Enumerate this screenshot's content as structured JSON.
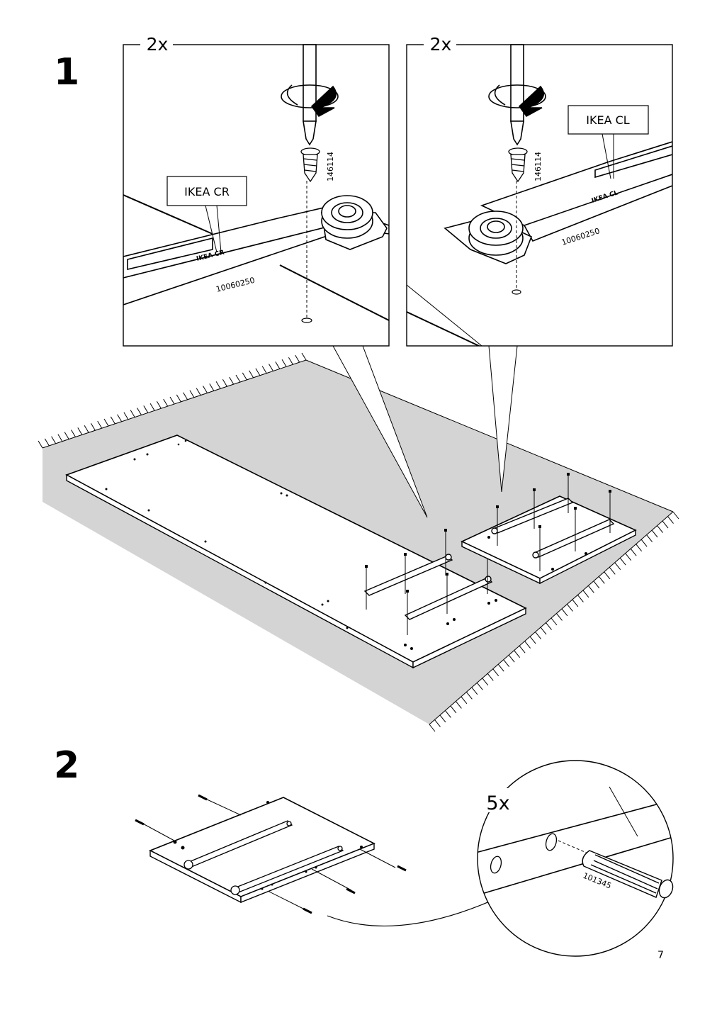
{
  "page": {
    "number": "7"
  },
  "step1": {
    "label": "1",
    "detail_left": {
      "quantity": "2x",
      "part_label": "IKEA CR",
      "screw_code": "146114",
      "rail_code": "10060250",
      "rail_imprint": "IKEA CR"
    },
    "detail_right": {
      "quantity": "2x",
      "part_label": "IKEA CL",
      "screw_code": "146114",
      "rail_code": "10060250",
      "rail_imprint": "IKEA CL"
    }
  },
  "step2": {
    "label": "2",
    "detail": {
      "quantity": "5x",
      "dowel_code": "101345"
    }
  },
  "colors": {
    "line": "#000000",
    "floor_mat": "#d4d4d4",
    "panel": "#ffffff"
  },
  "icons": [
    "screwdriver-icon",
    "rotation-arrow-icon",
    "screw-icon",
    "dowel-icon"
  ]
}
